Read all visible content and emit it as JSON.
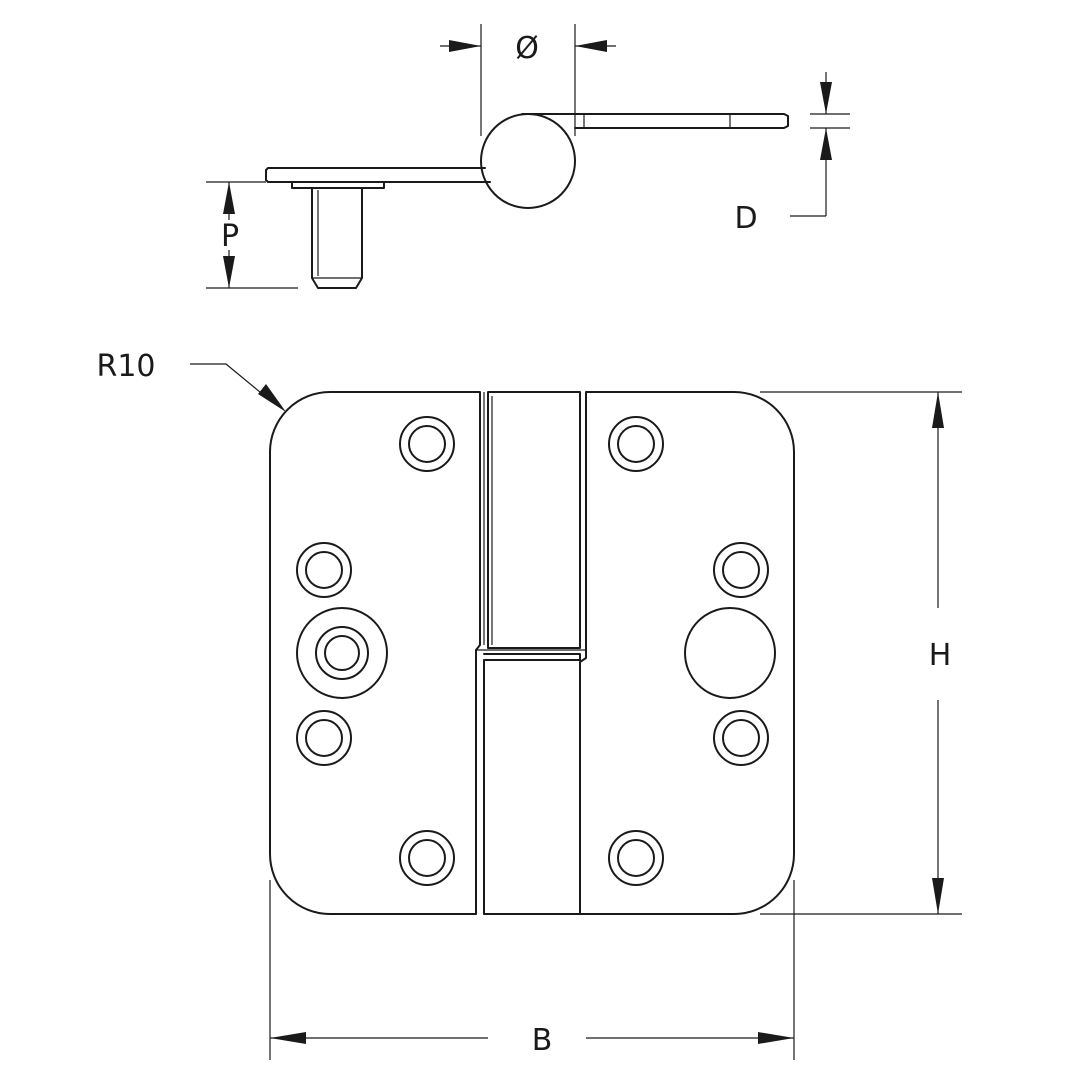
{
  "labels": {
    "diameter": "Ø",
    "thickness": "D",
    "pin_length": "P",
    "corner_radius": "R10",
    "height": "H",
    "width": "B"
  },
  "colors": {
    "ink": "#1a1a1a",
    "background": "#ffffff"
  }
}
